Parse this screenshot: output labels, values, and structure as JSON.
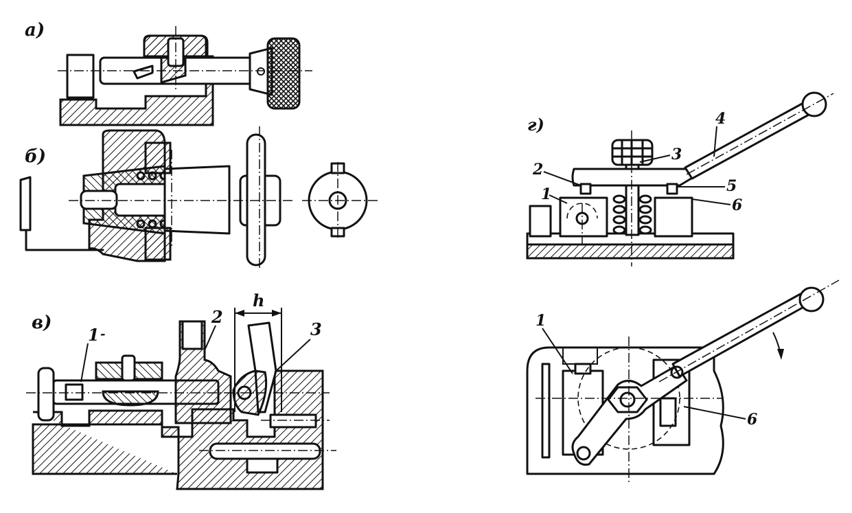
{
  "figure": {
    "views": [
      {
        "id": "a",
        "letter": "а)"
      },
      {
        "id": "b",
        "letter": "б)"
      },
      {
        "id": "v",
        "letter": "в)",
        "labels": [
          "1",
          "2",
          "3",
          "h"
        ]
      },
      {
        "id": "g",
        "letter": "г)",
        "labels": [
          "1",
          "2",
          "3",
          "4",
          "5",
          "6"
        ]
      },
      {
        "id": "g-plan",
        "letter": "",
        "labels": [
          "1",
          "6"
        ]
      }
    ]
  }
}
